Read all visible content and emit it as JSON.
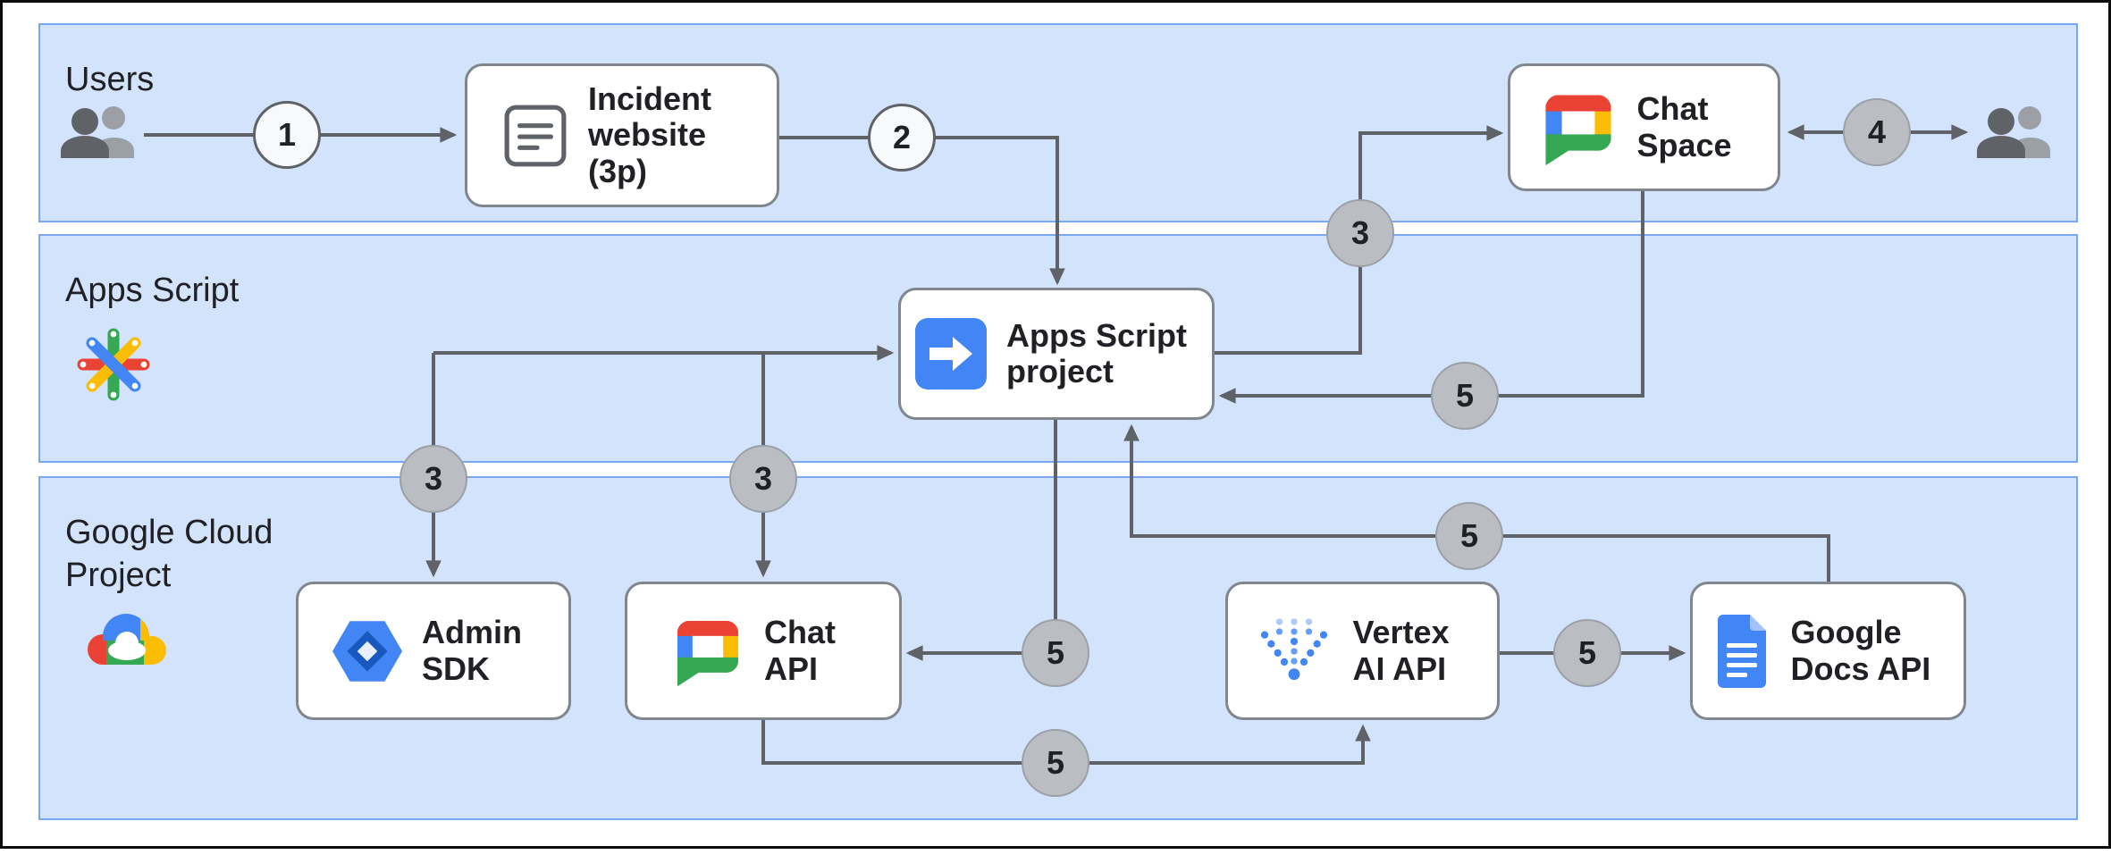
{
  "colors": {
    "band-fill": "#d3e3fc",
    "band-border": "#79a7f5",
    "node-border": "#80868b",
    "wire": "#5f6368",
    "step-light-fill": "#f8f9fa",
    "step-dark-fill": "#babec3",
    "text": "#202124",
    "google-blue": "#4285F4",
    "google-red": "#EA4335",
    "google-yellow": "#FBBC04",
    "google-green": "#34A853"
  },
  "bands": {
    "users": {
      "label": "Users"
    },
    "apps_script": {
      "label": "Apps Script"
    },
    "google_cloud": {
      "label": "Google Cloud Project"
    }
  },
  "nodes": {
    "incident_website": {
      "label": "Incident website (3p)",
      "icon": "article-icon"
    },
    "chat_space": {
      "label": "Chat Space",
      "icon": "google-chat-icon"
    },
    "apps_script_project": {
      "label": "Apps Script project",
      "icon": "apps-script-project-icon"
    },
    "admin_sdk": {
      "label": "Admin SDK",
      "icon": "admin-sdk-icon"
    },
    "chat_api": {
      "label": "Chat API",
      "icon": "google-chat-icon"
    },
    "vertex_ai_api": {
      "label": "Vertex AI API",
      "icon": "vertex-ai-icon"
    },
    "google_docs_api": {
      "label": "Google Docs API",
      "icon": "google-docs-icon"
    }
  },
  "actors": {
    "left_users": {
      "icon": "people-icon"
    },
    "right_users": {
      "icon": "people-icon"
    }
  },
  "steps": {
    "s1": "1",
    "s2": "2",
    "s3": "3",
    "s4": "4",
    "s5": "5"
  },
  "flows": [
    {
      "step": "1",
      "from": "users",
      "to": "incident_website"
    },
    {
      "step": "2",
      "from": "incident_website",
      "to": "apps_script_project"
    },
    {
      "step": "3",
      "from": "apps_script_project",
      "to": "chat_space"
    },
    {
      "step": "3",
      "from": "apps_script_project",
      "to": "admin_sdk"
    },
    {
      "step": "3",
      "from": "apps_script_project",
      "to": "chat_api"
    },
    {
      "step": "4",
      "from": "chat_space",
      "to": "users",
      "bidirectional": true
    },
    {
      "step": "5",
      "from": "chat_space",
      "to": "apps_script_project"
    },
    {
      "step": "5",
      "from": "apps_script_project",
      "to": "chat_api"
    },
    {
      "step": "5",
      "from": "chat_api",
      "to": "vertex_ai_api"
    },
    {
      "step": "5",
      "from": "vertex_ai_api",
      "to": "google_docs_api"
    },
    {
      "step": "5",
      "from": "google_docs_api",
      "to": "apps_script_project"
    }
  ]
}
